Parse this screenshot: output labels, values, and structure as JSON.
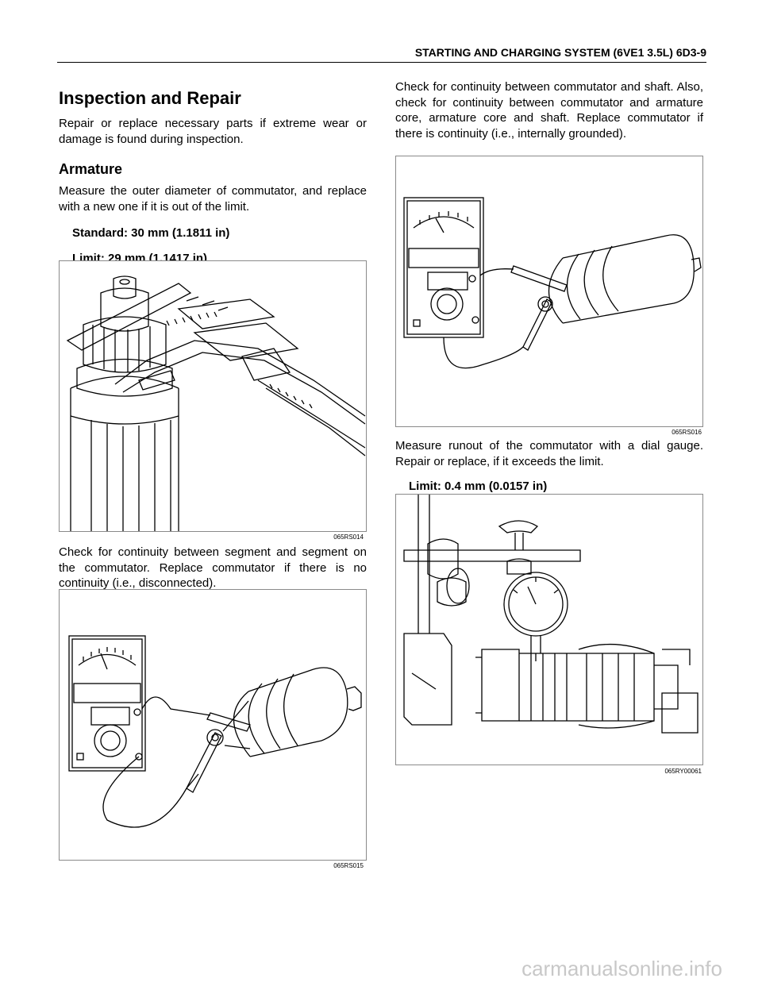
{
  "header": {
    "title": "STARTING AND CHARGING SYSTEM (6VE1 3.5L)  6D3-9"
  },
  "left": {
    "heading": "Inspection and Repair",
    "intro": "Repair or replace necessary parts if extreme wear or damage is found during inspection.",
    "subheading": "Armature",
    "armature_text": "Measure the outer diameter of commutator, and replace with a new one if it is out of the limit.",
    "standard": "Standard: 30 mm (1.1811 in)",
    "limit": "Limit: 29 mm (1.1417 in)",
    "figure1_caption": "065RS014",
    "continuity_text": "Check for continuity between segment and segment on the commutator. Replace commutator if there is no continuity (i.e., disconnected).",
    "figure2_caption": "065RS015"
  },
  "right": {
    "continuity_text": "Check for continuity between commutator and shaft. Also, check for continuity between commutator and armature core, armature core and shaft. Replace commutator if there is continuity (i.e., internally grounded).",
    "figure3_caption": "065RS016",
    "runout_text": "Measure runout of the commutator with a dial gauge. Repair or replace, if it exceeds the limit.",
    "runout_limit": "Limit: 0.4 mm (0.0157 in)",
    "figure4_caption": "065RY00061"
  },
  "watermark": "carmanualsonline.info"
}
